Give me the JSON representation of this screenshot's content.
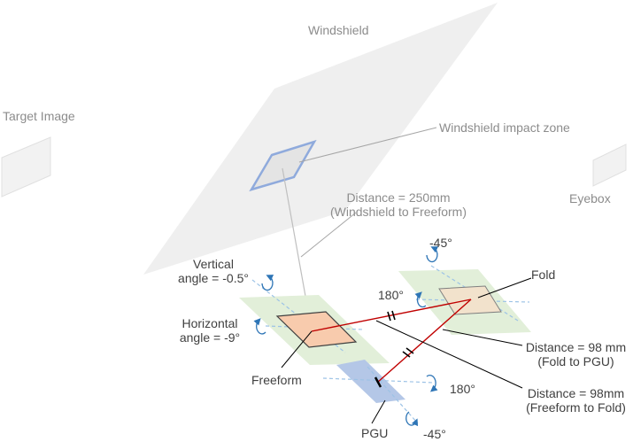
{
  "labels": {
    "windshield": "Windshield",
    "target_image": "Target Image",
    "eyebox": "Eyebox",
    "impact_zone": "Windshield impact zone",
    "distance_windshield_line1": "Distance = 250mm",
    "distance_windshield_line2": "(Windshield to Freeform)",
    "vertical_angle_line1": "Vertical",
    "vertical_angle_line2": "angle = -0.5°",
    "horizontal_angle_line1": "Horizontal",
    "horizontal_angle_line2": "angle = -9°",
    "freeform": "Freeform",
    "pgu": "PGU",
    "fold": "Fold",
    "fold_angle_180": "180°",
    "fold_angle_minus45": "-45°",
    "pgu_angle_180": "180°",
    "pgu_angle_minus45": "-45°",
    "distance_fold_pgu_line1": "Distance = 98 mm",
    "distance_fold_pgu_line2": "(Fold to PGU)",
    "distance_freeform_fold_line1": "Distance = 98mm",
    "distance_freeform_fold_line2": "(Freeform to Fold)"
  },
  "colors": {
    "windshield_fill": "#efefef",
    "panel_fill": "#f2f2f2",
    "impact_zone_edge": "#8faadc",
    "leader_line": "#a6a6a6",
    "label_grey": "#8c8c8c",
    "label_dark": "#404040",
    "green_plane": "#e2efd9",
    "freeform_fill": "#f8cbad",
    "fold_fill": "#f2e2cc",
    "pgu_fill": "#b4c7e7",
    "axis_dash": "#9dc3e6",
    "rotation_arrow": "#2e75b6",
    "beam_red": "#c00000",
    "black": "#000000"
  },
  "icons": [
    "rotation-arrow-icon",
    "parallel-tick-icon"
  ]
}
